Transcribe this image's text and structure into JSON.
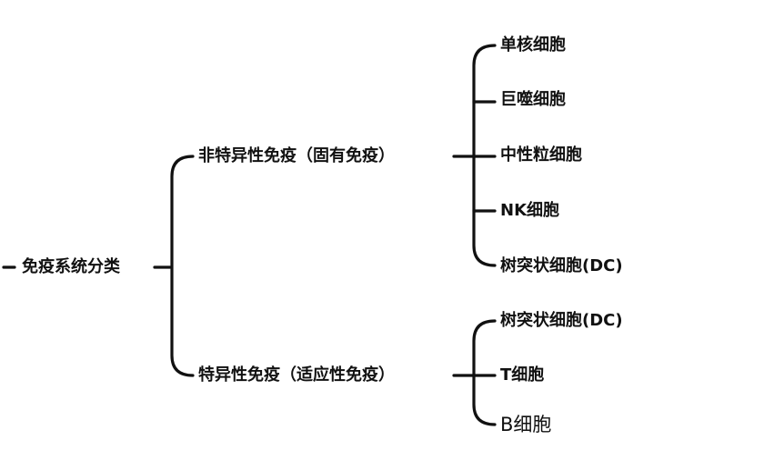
{
  "root": {
    "label": "免疫系统分类"
  },
  "branches": [
    {
      "label": "非特异性免疫（固有免疫）",
      "children": [
        "单核细胞",
        "巨噬细胞",
        "中性粒细胞",
        "NK细胞",
        "树突状细胞(DC)"
      ]
    },
    {
      "label": "特异性免疫（适应性免疫）",
      "children": [
        "树突状细胞(DC)",
        "T细胞",
        "B细胞"
      ]
    }
  ],
  "colors": {
    "line": "#111111",
    "text": "#111111",
    "background": "#ffffff"
  }
}
